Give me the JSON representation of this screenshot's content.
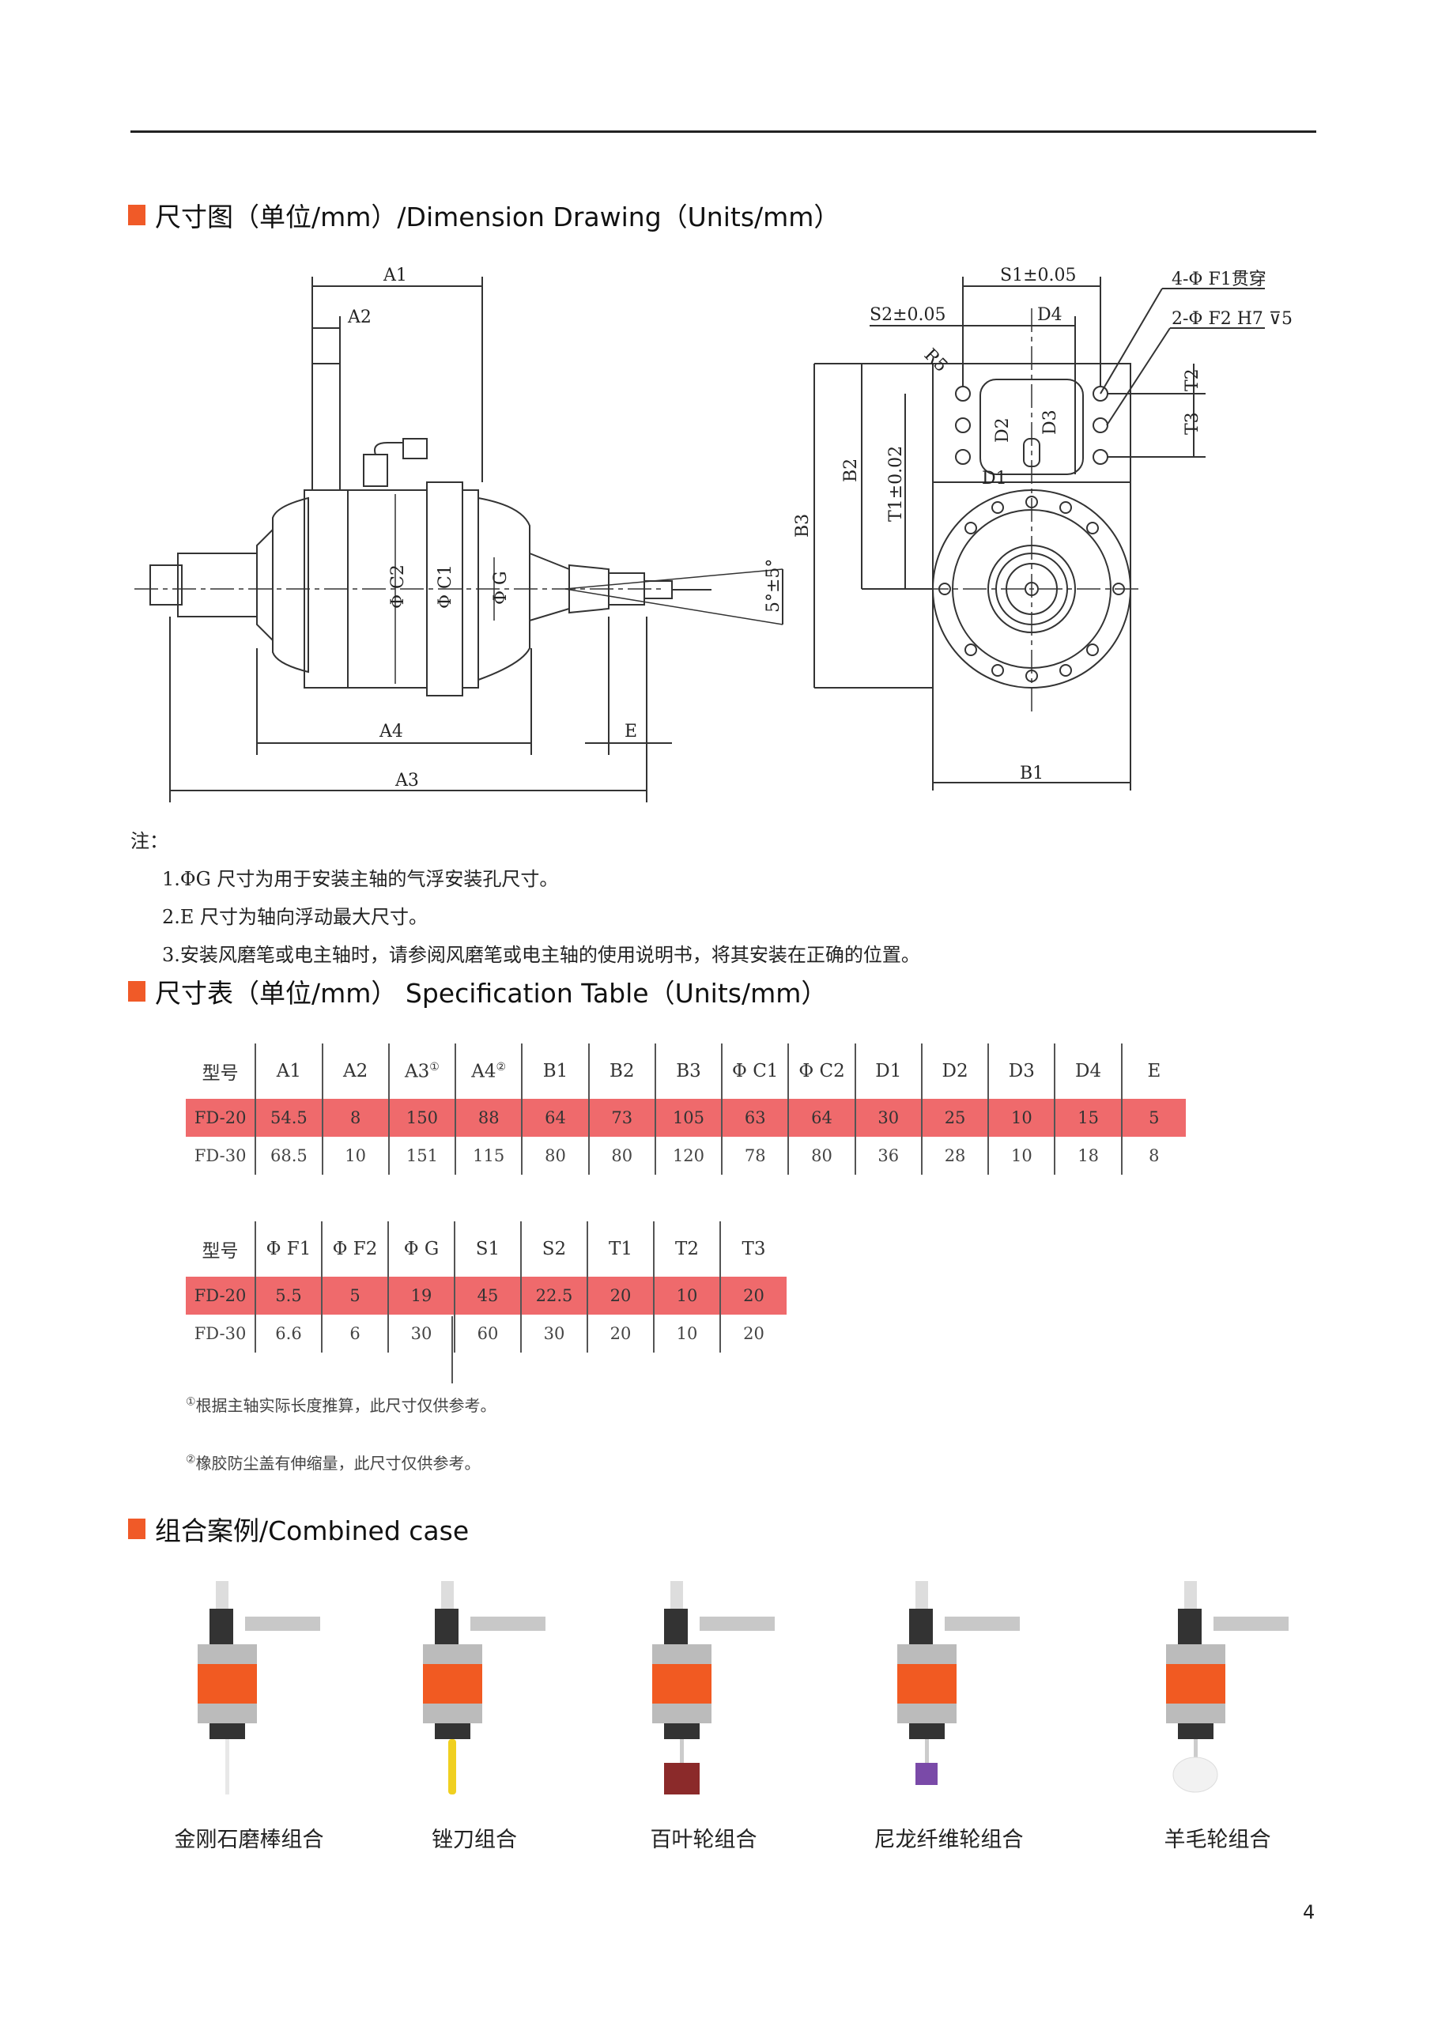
{
  "sections": {
    "drawing_title": "尺寸图（单位/mm）/Dimension Drawing（Units/mm）",
    "table_title": "尺寸表（单位/mm） Specification Table（Units/mm）",
    "combined_title": "组合案例/Combined case"
  },
  "drawing_labels": {
    "A1": "A1",
    "A2": "A2",
    "A3": "A3",
    "A4": "A4",
    "E": "E",
    "C2": "Φ C2",
    "C1": "Φ C1",
    "G": "Φ G",
    "angle": "5°±5°",
    "S1": "S1±0.05",
    "S2": "S2±0.05",
    "D4": "D4",
    "R5": "R5",
    "F1": "4-Φ F1贯穿",
    "F2": "2-Φ F2  H7  ⊽5",
    "T2": "T2",
    "T3": "T3",
    "D2": "D2",
    "D3": "D3",
    "D1": "D1",
    "B1": "B1",
    "B2": "B2",
    "B3": "B3",
    "T1": "T1±0.02"
  },
  "notes": {
    "title": "注：",
    "items": [
      "1.ΦG 尺寸为用于安装主轴的气浮安装孔尺寸。",
      "2.E 尺寸为轴向浮动最大尺寸。",
      "3.安装风磨笔或电主轴时，请参阅风磨笔或电主轴的使用说明书，将其安装在正确的位置。"
    ]
  },
  "table1": {
    "headers": [
      "型号",
      "A1",
      "A2",
      "A3",
      "A4",
      "B1",
      "B2",
      "B3",
      "Φ C1",
      "Φ C2",
      "D1",
      "D2",
      "D3",
      "D4",
      "E"
    ],
    "rows": [
      [
        "FD-20",
        "54.5",
        "8",
        "150",
        "88",
        "64",
        "73",
        "105",
        "63",
        "64",
        "30",
        "25",
        "10",
        "15",
        "5"
      ],
      [
        "FD-30",
        "68.5",
        "10",
        "151",
        "115",
        "80",
        "80",
        "120",
        "78",
        "80",
        "36",
        "28",
        "10",
        "18",
        "8"
      ]
    ]
  },
  "table2": {
    "headers": [
      "型号",
      "Φ F1",
      "Φ F2",
      "Φ G",
      "S1",
      "S2",
      "T1",
      "T2",
      "T3"
    ],
    "rows": [
      [
        "FD-20",
        "5.5",
        "5",
        "19",
        "45",
        "22.5",
        "20",
        "10",
        "20"
      ],
      [
        "FD-30",
        "6.6",
        "6",
        "30",
        "60",
        "30",
        "20",
        "10",
        "20"
      ]
    ]
  },
  "footnotes": {
    "f1_mark": "①",
    "f1": "根据主轴实际长度推算，此尺寸仅供参考。",
    "f2_mark": "②",
    "f2": "橡胶防尘盖有伸缩量，此尺寸仅供参考。"
  },
  "cases": [
    "金刚石磨棒组合",
    "锉刀组合",
    "百叶轮组合",
    "尼龙纤维轮组合",
    "羊毛轮组合"
  ],
  "page_number": "4",
  "colors": {
    "accent": "#f05a28",
    "highlight_row": "#ef6a6c",
    "product_orange": "#f15a22"
  }
}
